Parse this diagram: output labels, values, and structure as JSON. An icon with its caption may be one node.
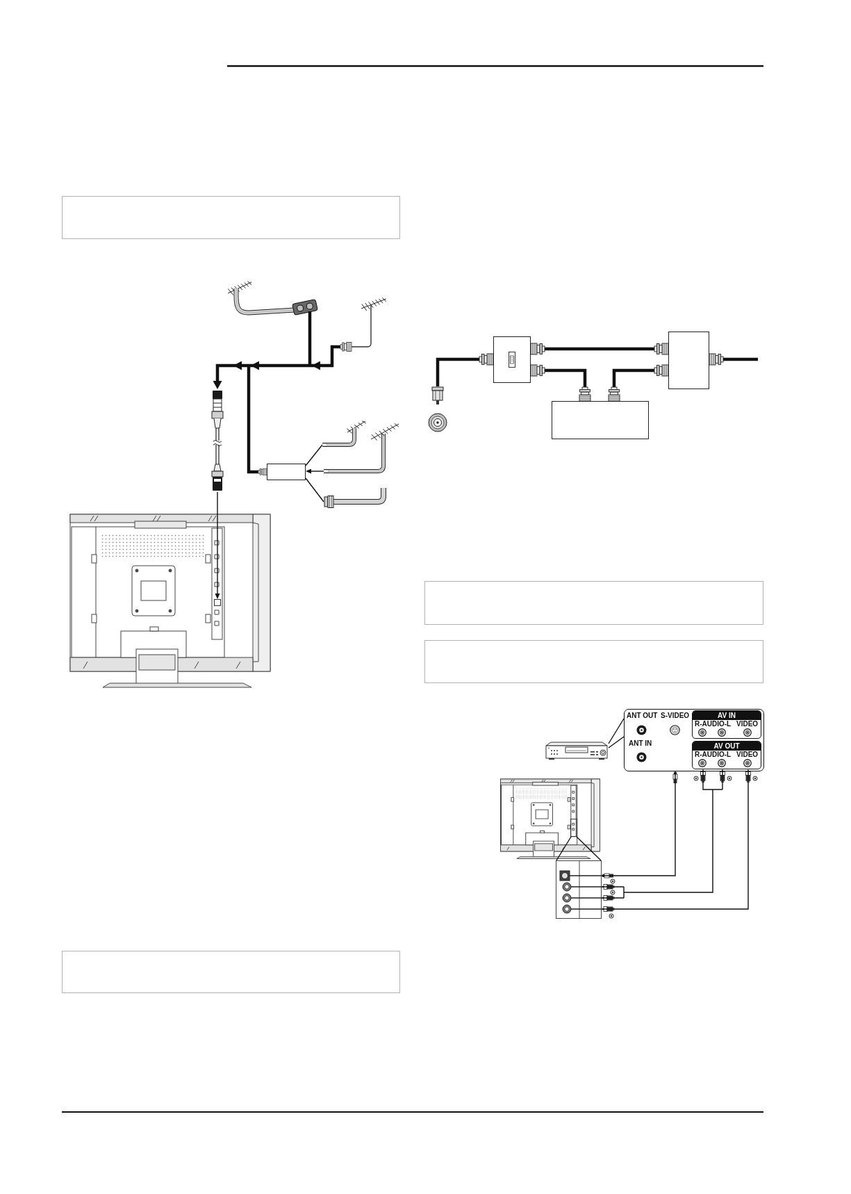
{
  "diagram": {
    "nodes": [
      {
        "text": [],
        "shape": "box"
      },
      {
        "text": [],
        "shape": "picture"
      },
      {
        "text": [],
        "shape": "picture"
      },
      {
        "text": [],
        "shape": "picture"
      },
      {
        "text": [],
        "shape": "box"
      },
      {
        "text": [],
        "shape": "picture"
      },
      {
        "text": [],
        "shape": "picture"
      },
      {
        "text": [],
        "shape": "picture"
      },
      {
        "text": [],
        "shape": "picture"
      },
      {
        "text": [],
        "shape": "box",
        "in": 8
      },
      {
        "text": [],
        "shape": "box"
      },
      {
        "text": [],
        "shape": "picture"
      },
      {
        "text": [],
        "shape": "box"
      },
      {
        "text": [],
        "shape": "box"
      },
      {
        "text": [],
        "shape": "box"
      },
      {
        "text": [],
        "shape": "box"
      },
      {
        "text": [],
        "shape": "box"
      },
      {
        "text": [],
        "shape": "picture"
      },
      {
        "text": [
          "ANT OUT",
          "ANT IN",
          "S-VIDEO"
        ]
      },
      {
        "text": [
          "AV IN",
          "R-AUDIO-L",
          "VIDEO"
        ],
        "in": 18
      },
      {
        "text": [
          "AV OUT",
          "R-AUDIO-L",
          "VIDEO"
        ],
        "in": 18
      },
      {
        "text": [],
        "shape": "picture"
      },
      {
        "text": [],
        "shape": "box",
        "in": 21
      },
      {
        "text": [],
        "shape": "picture"
      }
    ],
    "edges": [
      {
        "from": 2,
        "to": 3,
        "arrow": "to",
        "style": "thick"
      },
      {
        "from": 1,
        "to": 3,
        "arrow": "to",
        "style": "thick"
      },
      {
        "from": 4,
        "to": 3,
        "arrow": "to",
        "style": "thick"
      },
      {
        "from": 3,
        "to": 9,
        "arrow": "to"
      },
      {
        "from": 5,
        "to": 4,
        "arrow": "none"
      },
      {
        "from": 6,
        "to": 4,
        "arrow": "to"
      },
      {
        "from": 7,
        "to": 4,
        "arrow": "none"
      },
      {
        "from": 11,
        "to": 12,
        "arrow": "none",
        "style": "thick"
      },
      {
        "from": 12,
        "to": 13,
        "arrow": "none",
        "style": "thick"
      },
      {
        "from": 12,
        "to": 14,
        "arrow": "none",
        "style": "thick"
      },
      {
        "from": 14,
        "to": 13,
        "arrow": "none",
        "style": "thick"
      },
      {
        "from": 13,
        "to": null,
        "arrow": "none",
        "style": "thick"
      },
      {
        "from": 17,
        "to": 18,
        "arrow": "none"
      },
      {
        "from": 18,
        "to": 23,
        "arrow": "none"
      },
      {
        "from": 20,
        "to": 23,
        "arrow": "none"
      },
      {
        "from": 20,
        "to": 23,
        "arrow": "none"
      },
      {
        "from": 22,
        "to": 23,
        "arrow": "none"
      }
    ]
  }
}
